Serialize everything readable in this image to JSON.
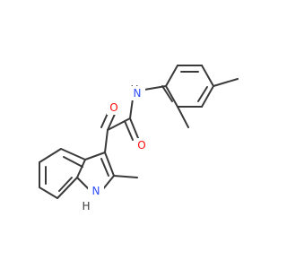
{
  "atoms": {
    "o_ketone": {
      "label": "O",
      "color": "#ff0d0d"
    },
    "o_amide": {
      "label": "O",
      "color": "#ff0d0d"
    },
    "n_amide": {
      "label": "N",
      "color": "#3050f8"
    },
    "h_amide": {
      "label": "H",
      "color": "#3a3a3a"
    },
    "n_indole": {
      "label": "N",
      "color": "#3050f8"
    },
    "h_indole": {
      "label": "H",
      "color": "#3a3a3a"
    }
  },
  "bond_color": "#3a3a3a"
}
